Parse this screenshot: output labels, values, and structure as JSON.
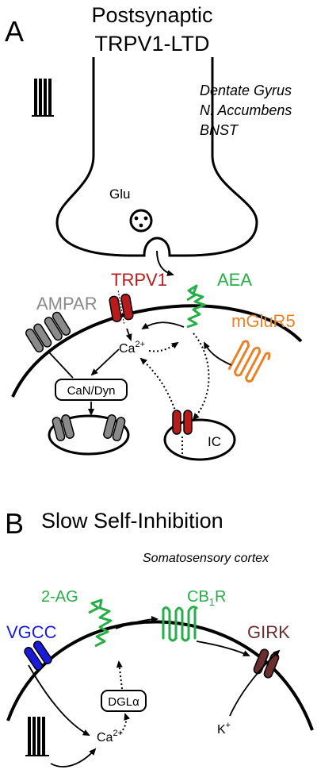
{
  "panel_a": {
    "letter": "A",
    "title_line1": "Postsynaptic",
    "title_line2": "TRPV1-LTD",
    "regions": [
      "Dentate Gyrus",
      "N. Accumbens",
      "BNST"
    ],
    "glu": "Glu",
    "trpv1": "TRPV1",
    "aea": "AEA",
    "ampar": "AMPAR",
    "mglur5": "mGluR5",
    "ca_base": "Ca",
    "ca_sup": "2+",
    "can_dyn": "CaN/Dyn",
    "ic": "IC"
  },
  "panel_b": {
    "letter": "B",
    "title": "Slow Self-Inhibition",
    "region": "Somatosensory cortex",
    "two_ag": "2-AG",
    "cb1r_base": "CB",
    "cb1r_sub": "1",
    "cb1r_end": "R",
    "vgcc": "VGCC",
    "girk": "GIRK",
    "dgla": "DGLα",
    "ca_base": "Ca",
    "ca_sup": "2+",
    "k_base": "K",
    "k_sup": "+"
  },
  "colors": {
    "trpv1": "#b71c1c",
    "aea": "#27ae48",
    "ampar": "#8a8a8a",
    "mglur5": "#e8822a",
    "vgcc": "#1a1adb",
    "girk": "#6b2e2e",
    "cb1r": "#27ae48",
    "two_ag": "#27ae48"
  }
}
